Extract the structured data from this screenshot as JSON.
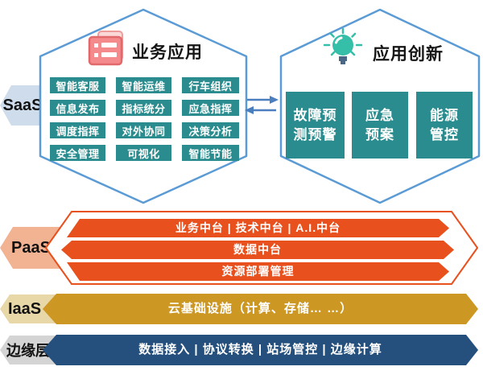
{
  "diagram_title": "SaaS / PaaS / IaaS / Edge layered architecture diagram",
  "colors": {
    "hexagon_border": "#5B9BD5",
    "teal_block": "#2A8C8E",
    "orange": "#E8501E",
    "gold": "#CC9722",
    "navy": "#25507D",
    "arrow_blue": "#4A7EBE",
    "tag_saas_bg": "#CEDCEC",
    "tag_paas_bg": "#F2B393",
    "tag_iaas_bg": "#E8D8A8",
    "tag_edge_bg": "#D4D4D4",
    "business_icon_pink": "#F48A8C",
    "bulb_icon_teal": "#35BFA8"
  },
  "tags": {
    "saas": "SaaS",
    "paas": "PaaS",
    "iaas": "IaaS",
    "edge": "边缘层"
  },
  "business": {
    "title": "业务应用",
    "icon": "document-list-icon",
    "buttons": [
      "智能客服",
      "智能运维",
      "行车组织",
      "信息发布",
      "指标统分",
      "应急指挥",
      "调度指挥",
      "对外协同",
      "决策分析",
      "安全管理",
      "可视化",
      "智能节能"
    ]
  },
  "innovation": {
    "title": "应用创新",
    "icon": "lightbulb-icon",
    "boxes": [
      {
        "line1": "故障预",
        "line2": "测预警"
      },
      {
        "line1": "应急",
        "line2": "预案"
      },
      {
        "line1": "能源",
        "line2": "管控"
      }
    ]
  },
  "paas": {
    "bars": [
      "业务中台 | 技术中台 | A.I.中台",
      "数据中台",
      "资源部署管理"
    ]
  },
  "iaas": {
    "bar": "云基础设施（计算、存储… …）"
  },
  "edge": {
    "bar": "数据接入 | 协议转换 | 站场管控 | 边缘计算"
  }
}
